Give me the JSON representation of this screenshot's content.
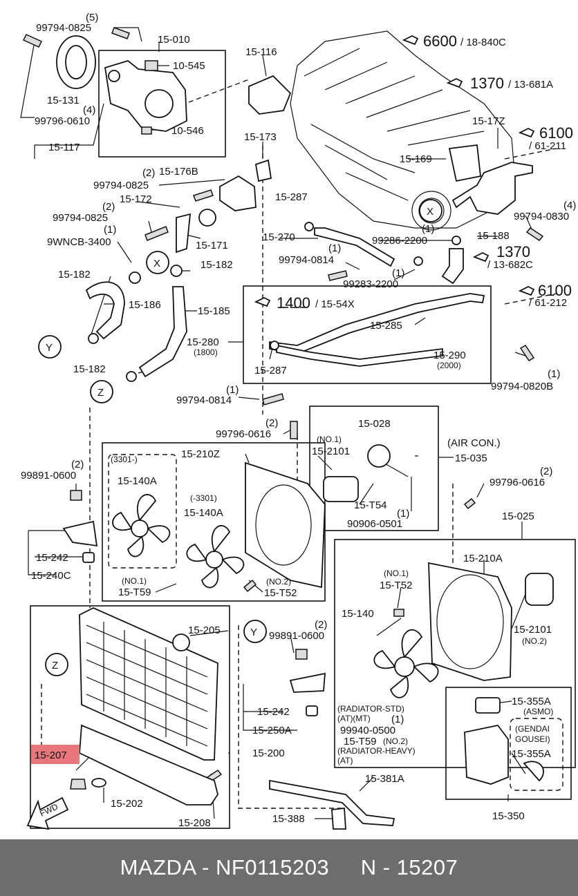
{
  "footer": {
    "text": "MAZDA - NF0115203     N - 15207",
    "background": "#6d6d6d",
    "text_color": "#ffffff"
  },
  "highlight": {
    "label": "15-207",
    "color": "#e8767d"
  },
  "refs": {
    "r6600": "6600",
    "r6600b": "18-840C",
    "r1370": "1370",
    "r1370b": "13-681A",
    "r6100": "6100",
    "r6100b": "61-211",
    "r1400": "1400",
    "r1400b": "15-54X",
    "r1370c": "1370",
    "r1370cb": "13-682C",
    "r6100c": "6100",
    "r6100cb": "61-212"
  },
  "labels": {
    "q5": "(5)",
    "b99794_0825_top": "99794-0825",
    "p15_010": "15-010",
    "p10_545": "10-545",
    "p15_131": "15-131",
    "q4a": "(4)",
    "b99796_0610": "99796-0610",
    "p10_546": "10-546",
    "p15_117": "15-117",
    "p15_116": "15-116",
    "p15_17Z": "15-17Z",
    "p15_169": "15-169",
    "p15_173": "15-173",
    "q2a": "(2)",
    "p15_176B": "15-176B",
    "b99794_0825_b": "99794-0825",
    "p15_172": "15-172",
    "q2b": "(2)",
    "b99794_0825_c": "99794-0825",
    "q1a": "(1)",
    "b9WNCB_3400": "9WNCB-3400",
    "p15_171": "15-171",
    "p15_287_top": "15-287",
    "p15_270": "15-270",
    "q1b": "(1)",
    "b99794_0814_a": "99794-0814",
    "q1c": "(1)",
    "b99286_2200": "99286-2200",
    "p15_188": "15-188",
    "q4b": "(4)",
    "b99794_0830": "99794-0830",
    "b99283_2200": "99283-2200",
    "q1d": "(1)",
    "p15_182_a": "15-182",
    "p15_182_b": "15-182",
    "p15_186": "15-186",
    "p15_185": "15-185",
    "p15_285": "15-285",
    "p15_280": "15-280",
    "n1800": "(1800)",
    "p15_287_b": "15-287",
    "p15_290": "15-290",
    "n2000": "(2000)",
    "p15_182_c": "15-182",
    "q1e": "(1)",
    "b99794_0814_b": "99794-0814",
    "q1f": "(1)",
    "b99794_0820B": "99794-0820B",
    "q2c": "(2)",
    "b99796_0616_a": "99796-0616",
    "p15_028": "15-028",
    "air_con": "(AIR CON.)",
    "p15_035": "15-035",
    "no1a": "(NO.1)",
    "p15_2101_a": "15-2101",
    "p15_210Z": "15-210Z",
    "n3301a": "(3301-)",
    "p15_140A_a": "15-140A",
    "n3301b": "(-3301)",
    "p15_140A_b": "15-140A",
    "p15_T54": "15-T54",
    "q1g": "(1)",
    "b90906_0501": "90906-0501",
    "q2d": "(2)",
    "b99891_0600_a": "99891-0600",
    "q2e": "(2)",
    "b99796_0616_b": "99796-0616",
    "p15_025": "15-025",
    "p15_242_a": "15-242",
    "p15_240C": "15-240C",
    "no1b": "(NO.1)",
    "p15_T59_a": "15-T59",
    "no2a": "(NO.2)",
    "p15_T52_a": "15-T52",
    "p15_210A": "15-210A",
    "no1c": "(NO.1)",
    "p15_T52_b": "15-T52",
    "p15_140": "15-140",
    "p15_2101_b": "15-2101",
    "no2b": "(NO.2)",
    "p15_205": "15-205",
    "Y_mark": "Y",
    "q2f": "(2)",
    "b99891_0600_b": "99891-0600",
    "Z_mark": "Z",
    "p15_242_b": "15-242",
    "p15_250A": "15-250A",
    "rad_std": "(RADIATOR-STD)",
    "atmt": "(AT)(MT)",
    "q1h": "(1)",
    "b99940_0500": "99940-0500",
    "p15_T59_b": "15-T59",
    "no2c": "(NO.2)",
    "rad_heavy": "(RADIATOR-HEAVY)",
    "at": "(AT)",
    "p15_355A_a": "15-355A",
    "asmo": "(ASMO)",
    "gendai": "(GENDAI",
    "gousei": "GOUSEI)",
    "p15_355A_b": "15-355A",
    "p15_200": "15-200",
    "p15_202": "15-202",
    "p15_381A": "15-381A",
    "p15_388": "15-388",
    "p15_208": "15-208",
    "p15_350": "15-350",
    "fwd": "FWD",
    "X_a": "X",
    "X_b": "X",
    "Y_a": "Y",
    "Z_a": "Z"
  }
}
